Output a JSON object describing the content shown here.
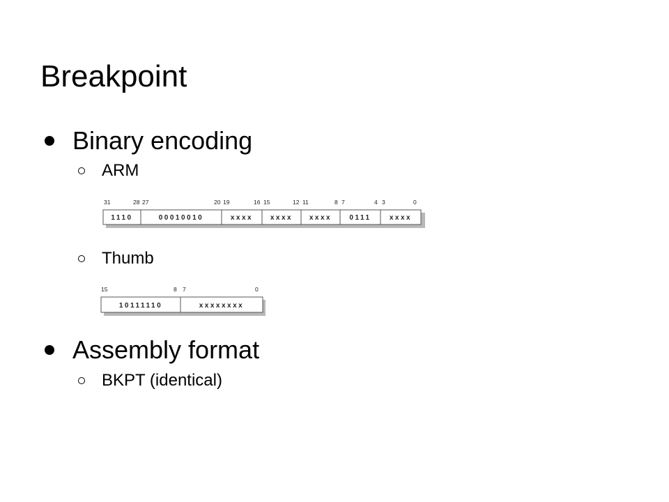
{
  "slide": {
    "title": "Breakpoint",
    "sections": [
      {
        "label": "Binary encoding",
        "items": [
          {
            "label": "ARM",
            "fields": [
              "1110",
              "00010010",
              "xxxx",
              "xxxx",
              "xxxx",
              "0111",
              "xxxx"
            ],
            "bit_labels": [
              "31",
              "28",
              "27",
              "20",
              "19",
              "16",
              "15",
              "12",
              "11",
              "8",
              "7",
              "4",
              "3",
              "0"
            ]
          },
          {
            "label": "Thumb",
            "fields": [
              "10111110",
              "xxxxxxxx"
            ],
            "bit_labels": [
              "15",
              "8",
              "7",
              "0"
            ]
          }
        ]
      },
      {
        "label": "Assembly format",
        "items": [
          {
            "label": "BKPT (identical)"
          }
        ]
      }
    ]
  }
}
